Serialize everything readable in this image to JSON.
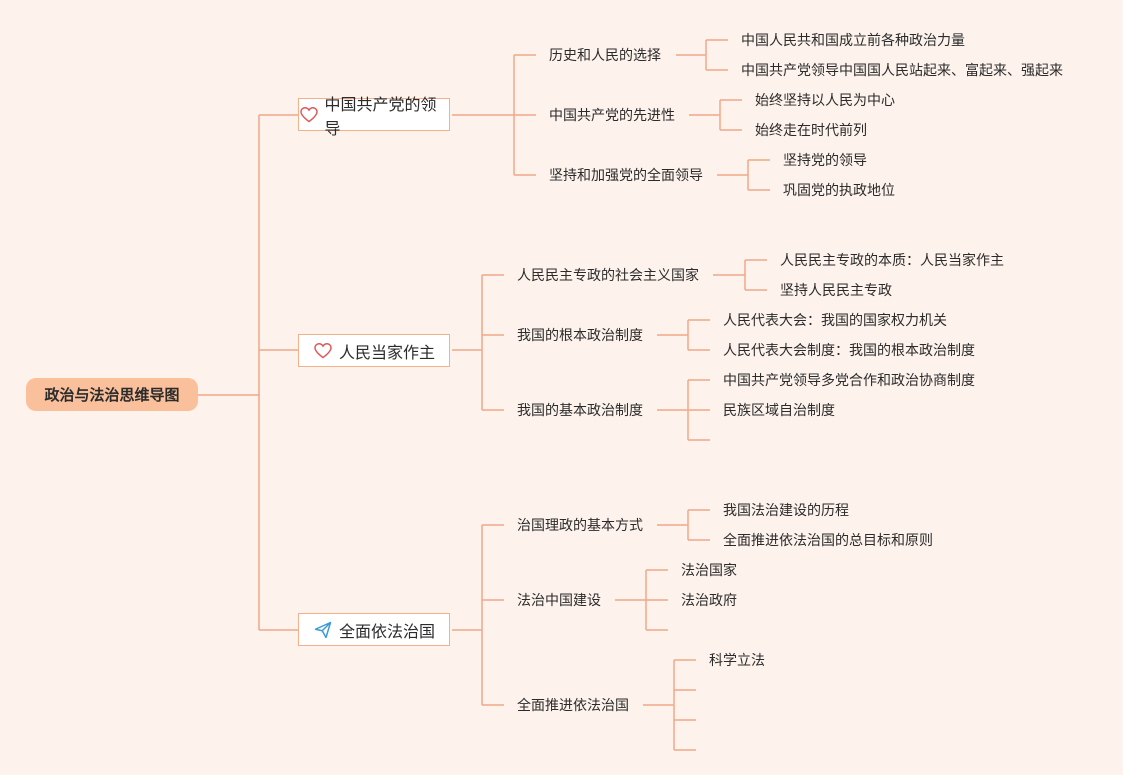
{
  "root": "政治与法治思维导图",
  "colors": {
    "line": "#f0a889",
    "root_fill": "#f9c09b",
    "icon_heart": "#e05555",
    "icon_plane": "#3a9bd8"
  },
  "branches": [
    {
      "label": "中国共产党的领导",
      "icon": "heart-icon",
      "children": [
        {
          "label": "历史和人民的选择",
          "items": [
            "中国人民共和国成立前各种政治力量",
            "中国共产党领导中国国人民站起来、富起来、强起来"
          ]
        },
        {
          "label": "中国共产党的先进性",
          "items": [
            "始终坚持以人民为中心",
            "始终走在时代前列"
          ]
        },
        {
          "label": "坚持和加强党的全面领导",
          "items": [
            "坚持党的领导",
            "巩固党的执政地位"
          ]
        }
      ]
    },
    {
      "label": "人民当家作主",
      "icon": "heart-icon",
      "children": [
        {
          "label": "人民民主专政的社会主义国家",
          "items": [
            "人民民主专政的本质：人民当家作主",
            "坚持人民民主专政"
          ]
        },
        {
          "label": "我国的根本政治制度",
          "items": [
            "人民代表大会：我国的国家权力机关",
            "人民代表大会制度：我国的根本政治制度"
          ]
        },
        {
          "label": "我国的基本政治制度",
          "items": [
            "中国共产党领导多党合作和政治协商制度",
            "民族区域自治制度",
            ""
          ]
        }
      ]
    },
    {
      "label": "全面依法治国",
      "icon": "paper-plane-icon",
      "children": [
        {
          "label": "治国理政的基本方式",
          "items": [
            "我国法治建设的历程",
            "全面推进依法治国的总目标和原则"
          ]
        },
        {
          "label": "法治中国建设",
          "items": [
            "法治国家",
            "法治政府",
            ""
          ]
        },
        {
          "label": "全面推进依法治国",
          "items": [
            "科学立法",
            "",
            "",
            ""
          ]
        }
      ]
    }
  ]
}
